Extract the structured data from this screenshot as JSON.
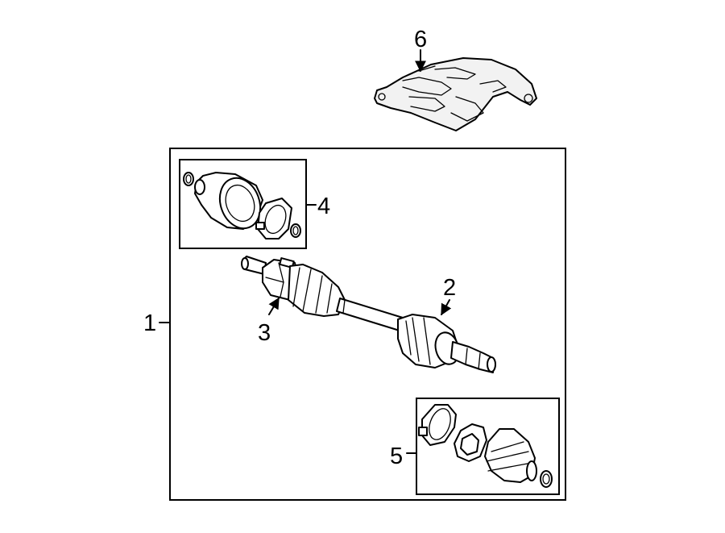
{
  "callouts": {
    "axle_assembly": "1",
    "outer_joint": "2",
    "inner_joint": "3",
    "inner_boot_kit": "4",
    "outer_boot_kit": "5",
    "heat_shield": "6"
  }
}
